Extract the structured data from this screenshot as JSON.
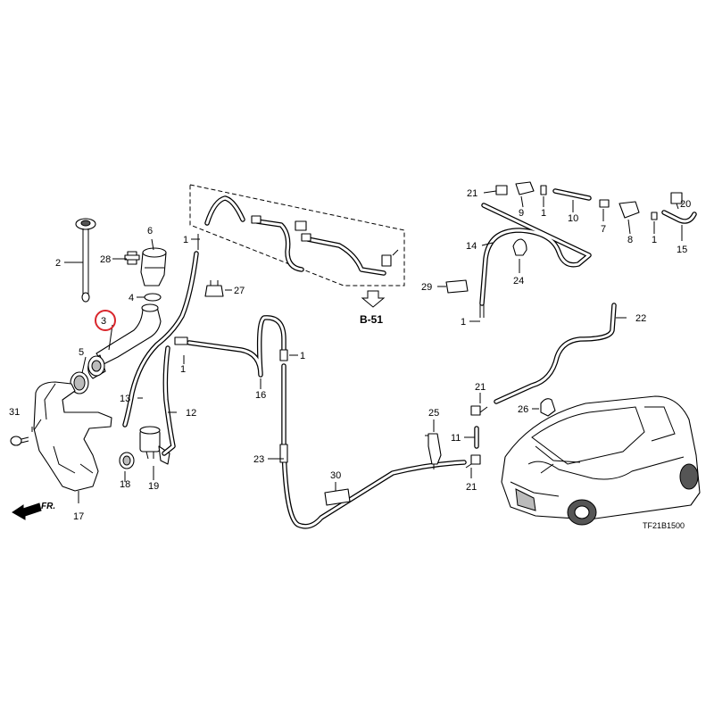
{
  "diagram": {
    "highlighted_callout": "3",
    "highlight_color": "#d9262c",
    "reference": "B-51",
    "direction_label": "FR.",
    "diagram_code": "TF21B1500",
    "callouts": [
      {
        "id": "c1a",
        "label": "1"
      },
      {
        "id": "c1b",
        "label": "1"
      },
      {
        "id": "c1c",
        "label": "1"
      },
      {
        "id": "c1d",
        "label": "1"
      },
      {
        "id": "c1e",
        "label": "1"
      },
      {
        "id": "c1f",
        "label": "1"
      },
      {
        "id": "c2",
        "label": "2"
      },
      {
        "id": "c3",
        "label": "3"
      },
      {
        "id": "c4",
        "label": "4"
      },
      {
        "id": "c5",
        "label": "5"
      },
      {
        "id": "c6",
        "label": "6"
      },
      {
        "id": "c7",
        "label": "7"
      },
      {
        "id": "c8",
        "label": "8"
      },
      {
        "id": "c9",
        "label": "9"
      },
      {
        "id": "c10",
        "label": "10"
      },
      {
        "id": "c11",
        "label": "11"
      },
      {
        "id": "c12",
        "label": "12"
      },
      {
        "id": "c13",
        "label": "13"
      },
      {
        "id": "c14",
        "label": "14"
      },
      {
        "id": "c15",
        "label": "15"
      },
      {
        "id": "c16",
        "label": "16"
      },
      {
        "id": "c17",
        "label": "17"
      },
      {
        "id": "c18",
        "label": "18"
      },
      {
        "id": "c19",
        "label": "19"
      },
      {
        "id": "c20",
        "label": "20"
      },
      {
        "id": "c21a",
        "label": "21"
      },
      {
        "id": "c21b",
        "label": "21"
      },
      {
        "id": "c21c",
        "label": "21"
      },
      {
        "id": "c22",
        "label": "22"
      },
      {
        "id": "c23",
        "label": "23"
      },
      {
        "id": "c24",
        "label": "24"
      },
      {
        "id": "c25",
        "label": "25"
      },
      {
        "id": "c26",
        "label": "26"
      },
      {
        "id": "c27",
        "label": "27"
      },
      {
        "id": "c28",
        "label": "28"
      },
      {
        "id": "c29",
        "label": "29"
      },
      {
        "id": "c30",
        "label": "30"
      },
      {
        "id": "c31",
        "label": "31"
      }
    ]
  }
}
